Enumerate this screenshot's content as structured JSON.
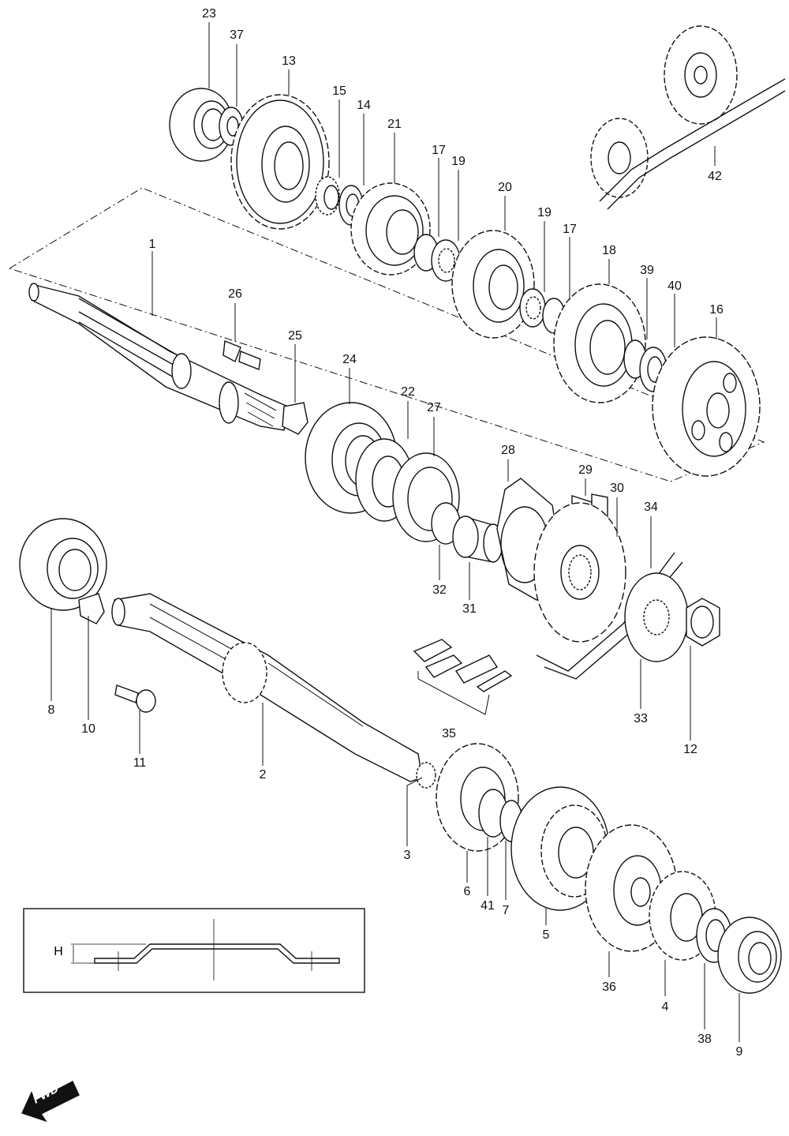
{
  "diagram": {
    "callouts": [
      "23",
      "37",
      "13",
      "15",
      "14",
      "21",
      "17",
      "19",
      "20",
      "19",
      "17",
      "18",
      "39",
      "40",
      "16",
      "42",
      "1",
      "26",
      "25",
      "24",
      "22",
      "27",
      "28",
      "29",
      "30",
      "34",
      "32",
      "31",
      "8",
      "10",
      "11",
      "2",
      "35",
      "33",
      "12",
      "3",
      "6",
      "41",
      "7",
      "5",
      "36",
      "4",
      "38",
      "9"
    ],
    "inset": {
      "dimension_label": "H"
    },
    "fwd_label": "FWD"
  }
}
